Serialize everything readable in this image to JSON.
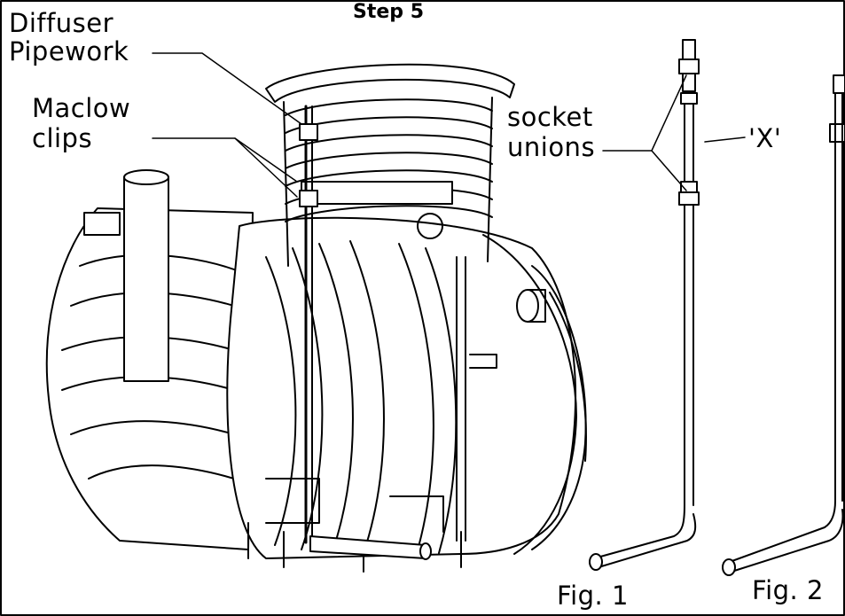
{
  "title": "Step 5",
  "labels": {
    "diffuser_line1": "Diffuser",
    "diffuser_line2": "Pipework",
    "maclow_line1": "Maclow",
    "maclow_line2": "clips",
    "socket_line1": "socket",
    "socket_line2": "unions",
    "x_mark": "'X'",
    "fig1": "Fig. 1",
    "fig2": "Fig. 2"
  },
  "colors": {
    "ink": "#000000",
    "paper": "#ffffff"
  }
}
